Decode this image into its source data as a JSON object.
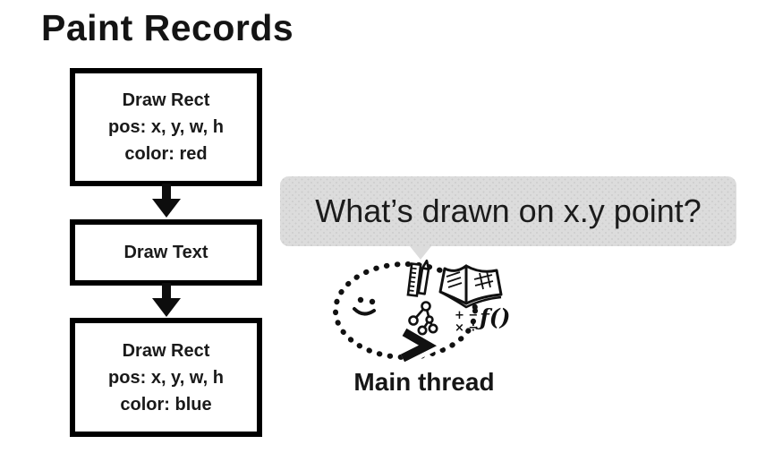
{
  "title": "Paint Records",
  "flowchart": {
    "boxes": [
      {
        "lines": [
          "Draw Rect",
          "pos: x, y, w, h",
          "color: red"
        ]
      },
      {
        "lines": [
          "Draw Text"
        ]
      },
      {
        "lines": [
          "Draw Rect",
          "pos: x, y, w, h",
          "color: blue"
        ]
      }
    ]
  },
  "bubble": {
    "text": "What’s drawn on x.y point?"
  },
  "doodle": {
    "label": "Main thread",
    "math_row1": "+ −",
    "math_row2": "× ÷",
    "function_symbol": "ƒ()"
  },
  "colors": {
    "bubble_bg": "#dcdcdc",
    "ink": "#161616",
    "box_border": "#000000"
  }
}
